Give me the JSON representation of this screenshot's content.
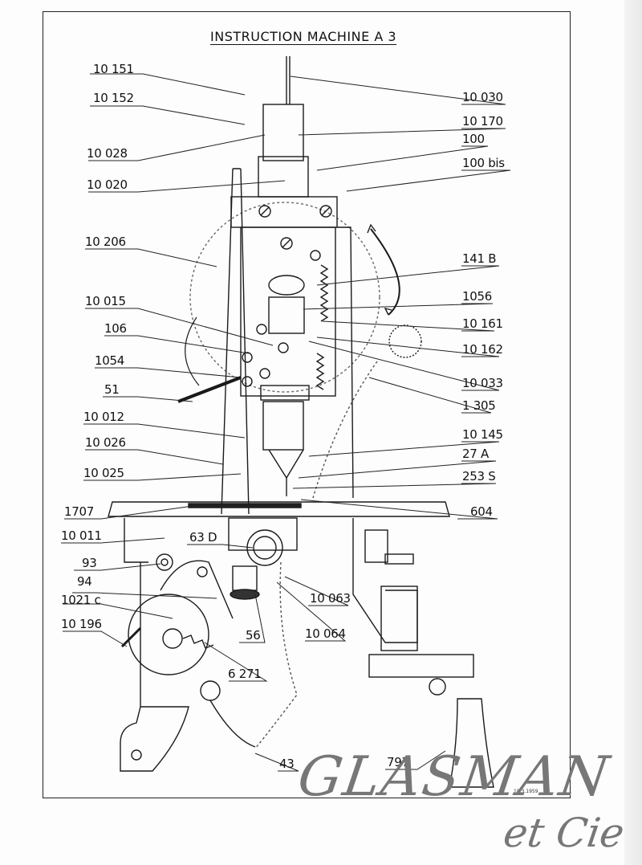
{
  "document": {
    "title": "INSTRUCTION MACHINE A 3",
    "stamp": "18.3.1959"
  },
  "watermark": {
    "line1": "GLASMAN",
    "line2": "et Cie"
  },
  "labels_left": [
    {
      "id": "l1",
      "text": "10 151"
    },
    {
      "id": "l2",
      "text": "10 152"
    },
    {
      "id": "l3",
      "text": "10 028"
    },
    {
      "id": "l4",
      "text": "10 020"
    },
    {
      "id": "l5",
      "text": "10 206"
    },
    {
      "id": "l6",
      "text": "10 015"
    },
    {
      "id": "l7",
      "text": "106"
    },
    {
      "id": "l8",
      "text": "1054"
    },
    {
      "id": "l9",
      "text": "51"
    },
    {
      "id": "l10",
      "text": "10 012"
    },
    {
      "id": "l11",
      "text": "10 026"
    },
    {
      "id": "l12",
      "text": "10 025"
    },
    {
      "id": "l13",
      "text": "1707"
    },
    {
      "id": "l14",
      "text": "10 011"
    },
    {
      "id": "l15",
      "text": "63 D"
    },
    {
      "id": "l16",
      "text": "93"
    },
    {
      "id": "l17",
      "text": "94"
    },
    {
      "id": "l18",
      "text": "1021 c"
    },
    {
      "id": "l19",
      "text": "10 196"
    }
  ],
  "labels_right": [
    {
      "id": "r1",
      "text": "10 030"
    },
    {
      "id": "r2",
      "text": "10 170"
    },
    {
      "id": "r3",
      "text": "100"
    },
    {
      "id": "r4",
      "text": "100 bis"
    },
    {
      "id": "r5",
      "text": "141 B"
    },
    {
      "id": "r6",
      "text": "1056"
    },
    {
      "id": "r7",
      "text": "10 161"
    },
    {
      "id": "r8",
      "text": "10 162"
    },
    {
      "id": "r9",
      "text": "10 033"
    },
    {
      "id": "r10",
      "text": "1 305"
    },
    {
      "id": "r11",
      "text": "10 145"
    },
    {
      "id": "r12",
      "text": "27 A"
    },
    {
      "id": "r13",
      "text": "253 S"
    },
    {
      "id": "r14",
      "text": "604"
    }
  ],
  "labels_bottom": [
    {
      "id": "b1",
      "text": "10 063"
    },
    {
      "id": "b2",
      "text": "10 064"
    },
    {
      "id": "b3",
      "text": "56"
    },
    {
      "id": "b4",
      "text": "6 271"
    },
    {
      "id": "b5",
      "text": "43"
    },
    {
      "id": "b6",
      "text": "797"
    }
  ]
}
